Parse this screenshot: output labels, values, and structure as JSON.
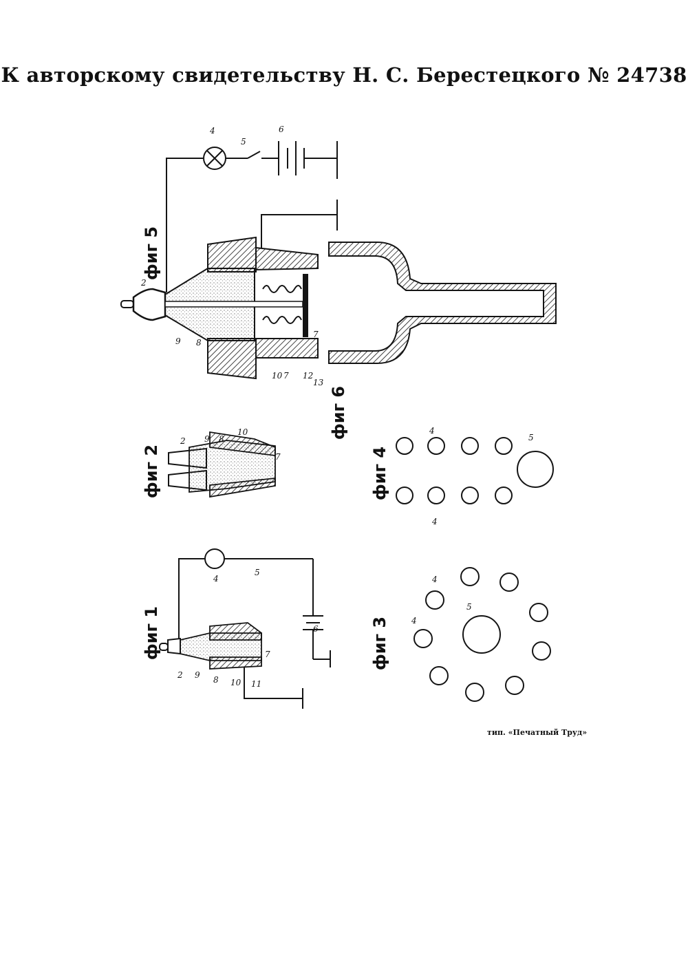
{
  "document": {
    "title": "К авторскому свидетельству Н. С. Берестецкого № 24738",
    "imprint": "тип. «Печатный Труд»"
  },
  "figures": {
    "fig1": {
      "label": "фиг 1",
      "numbers": [
        "2",
        "9",
        "8",
        "10",
        "11",
        "7",
        "4",
        "5",
        "6"
      ]
    },
    "fig2": {
      "label": "фиг 2",
      "numbers": [
        "2",
        "9",
        "8",
        "10",
        "7"
      ]
    },
    "fig3": {
      "label": "фиг 3",
      "numbers": [
        "4",
        "4",
        "5"
      ]
    },
    "fig4": {
      "label": "фиг 4",
      "numbers": [
        "4",
        "4",
        "5"
      ]
    },
    "fig5": {
      "label": "фиг 5",
      "numbers": [
        "2",
        "9",
        "8",
        "10",
        "7",
        "12",
        "13",
        "7",
        "4",
        "5",
        "6"
      ]
    },
    "fig6": {
      "label": "фиг 6"
    }
  },
  "colors": {
    "ink": "#141414",
    "paper": "#ffffff"
  }
}
